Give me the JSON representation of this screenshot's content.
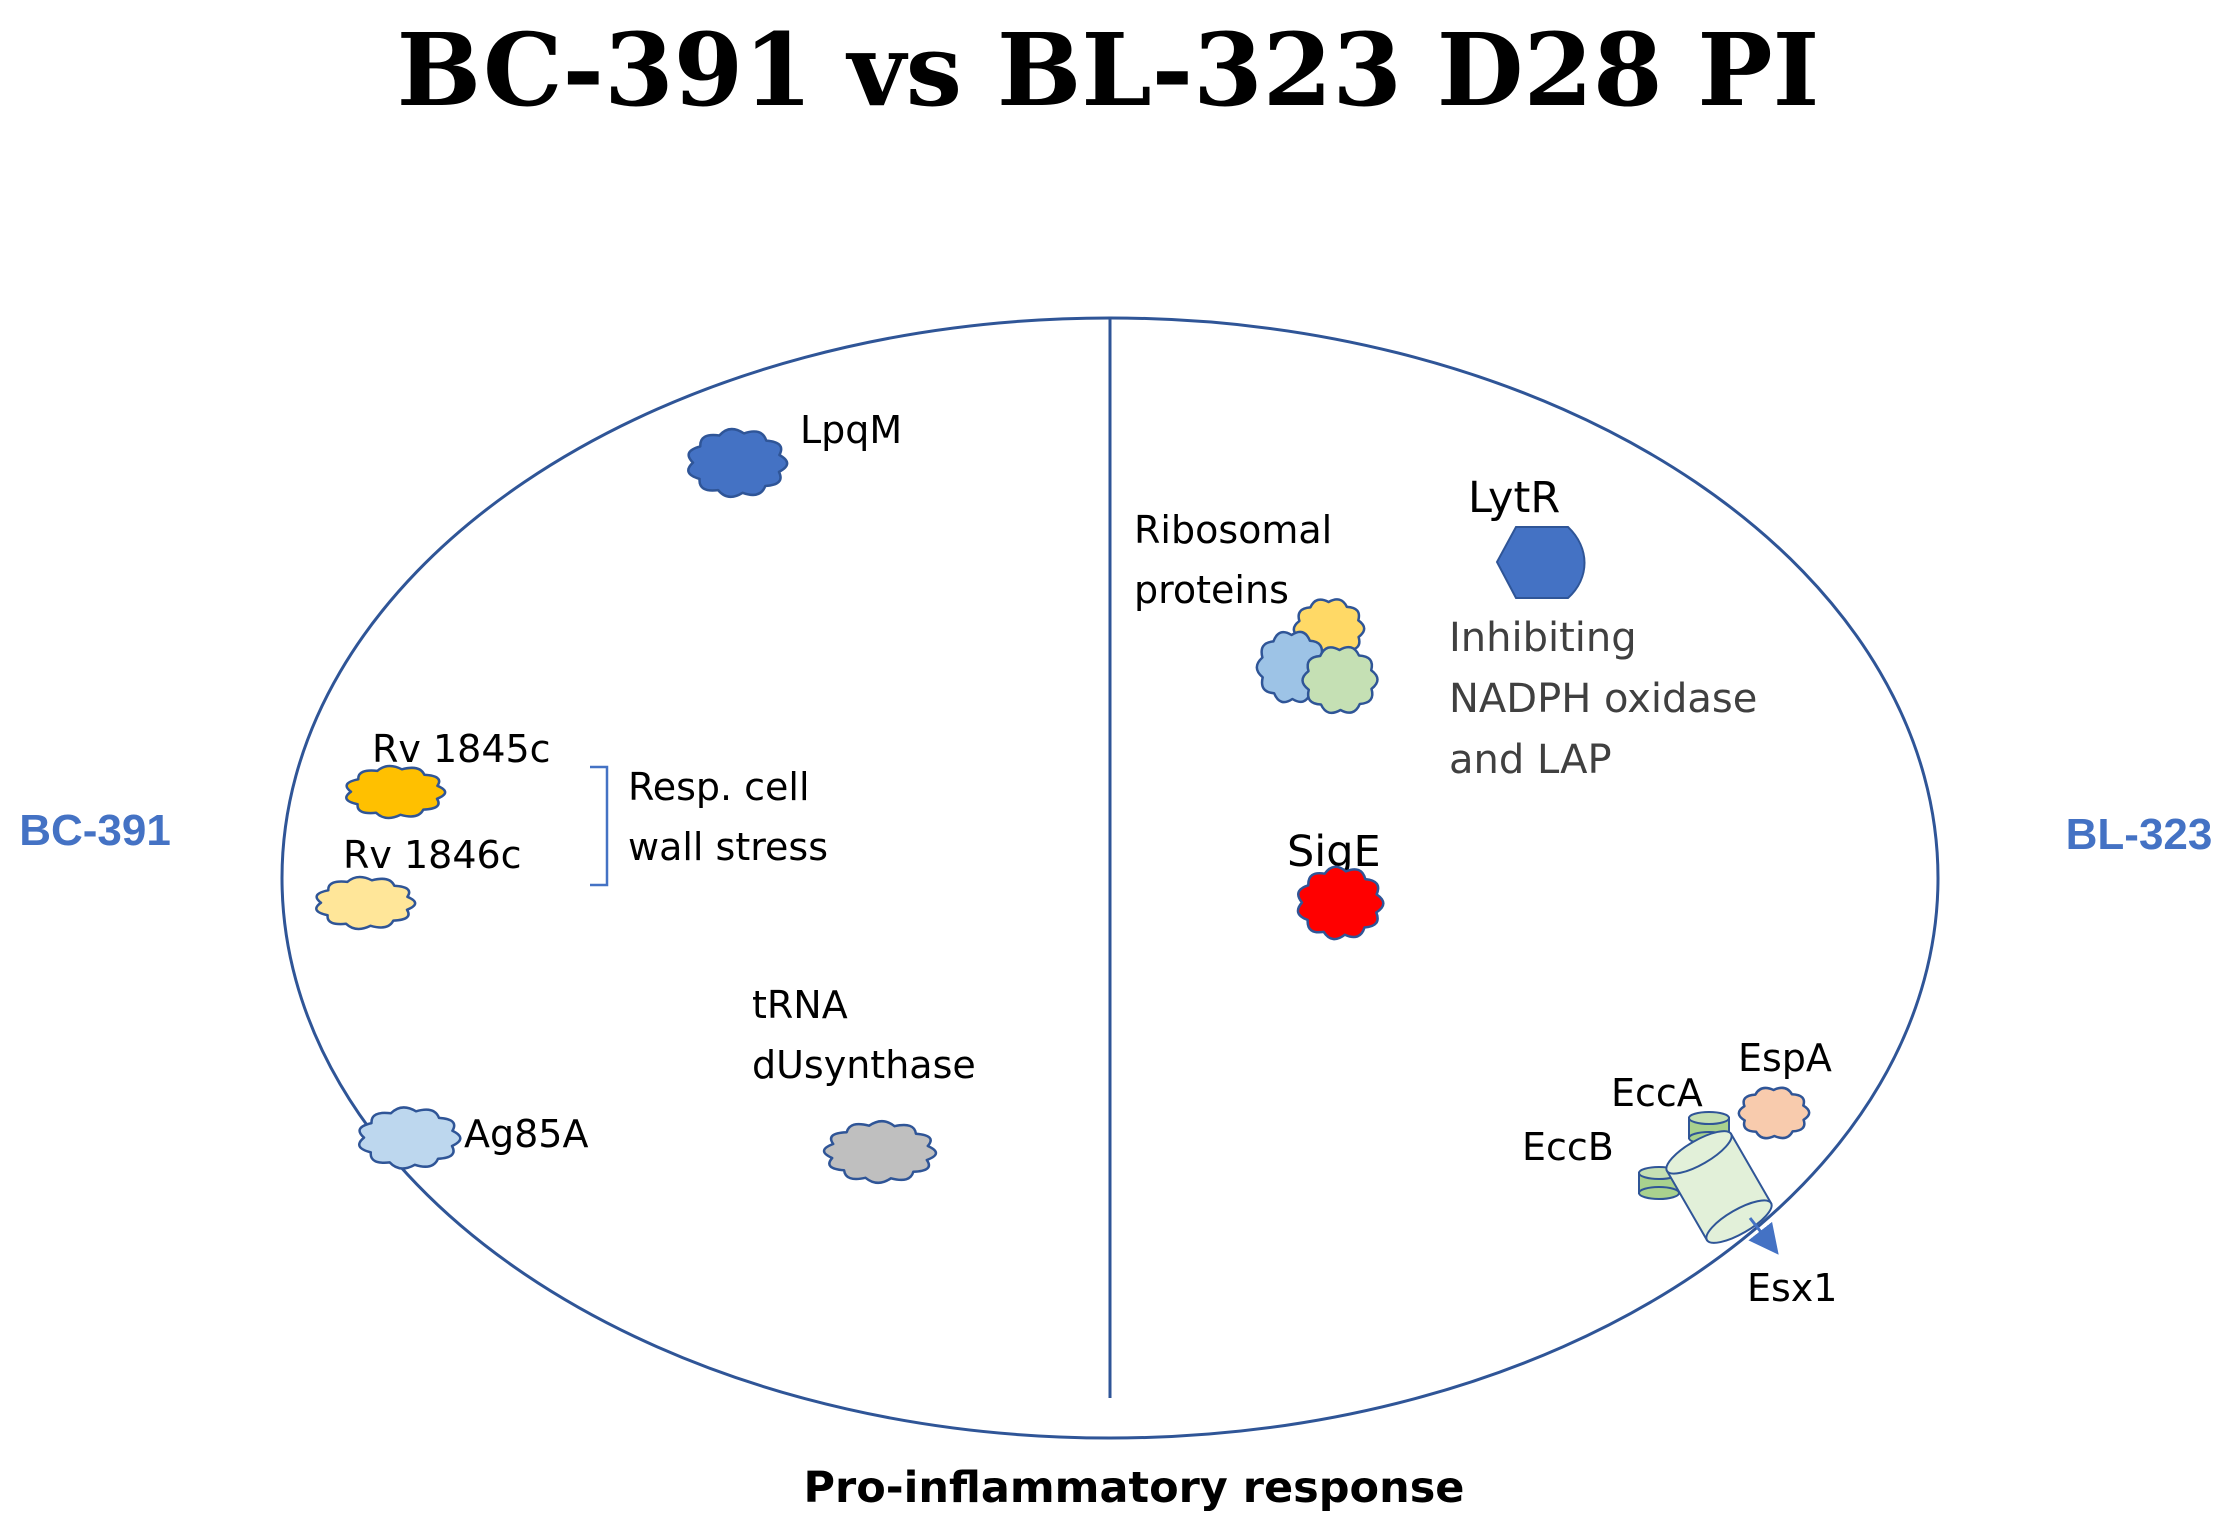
{
  "title": "BC-391 vs BL-323 D28 PI",
  "left_side_label": "BC-391",
  "right_side_label": "BL-323",
  "footer": "Pro-inflammatory response",
  "colors": {
    "outline": "#2f5597",
    "side_label": "#4472c4",
    "lpqm": "#4472c4",
    "rv1845c": "#ffc000",
    "rv1846c": "#ffe699",
    "ag85a": "#bdd7ee",
    "trna": "#bfbfbf",
    "ribo_yellow": "#ffd966",
    "ribo_blue": "#9dc3e6",
    "ribo_green": "#c5e0b4",
    "lytr": "#4472c4",
    "sige": "#ff0000",
    "espa": "#f8cbad",
    "ecc": "#a9d18e",
    "esx_channel": "#e2f0d9"
  },
  "left": {
    "lpqm": "LpqM",
    "rv1845c": "Rv 1845c",
    "rv1846c": "Rv 1846c",
    "resp_line1": "Resp. cell",
    "resp_line2": "wall stress",
    "trna_line1": "tRNA",
    "trna_line2": "dUsynthase",
    "ag85a": "Ag85A"
  },
  "right": {
    "ribo_line1": "Ribosomal",
    "ribo_line2": "proteins",
    "lytr": "LytR",
    "lytr_note_line1": "Inhibiting",
    "lytr_note_line2": "NADPH oxidase",
    "lytr_note_line3": "and LAP",
    "sige": "SigE",
    "espa": "EspA",
    "ecca": "EccA",
    "eccb": "EccB",
    "esx1": "Esx1"
  }
}
